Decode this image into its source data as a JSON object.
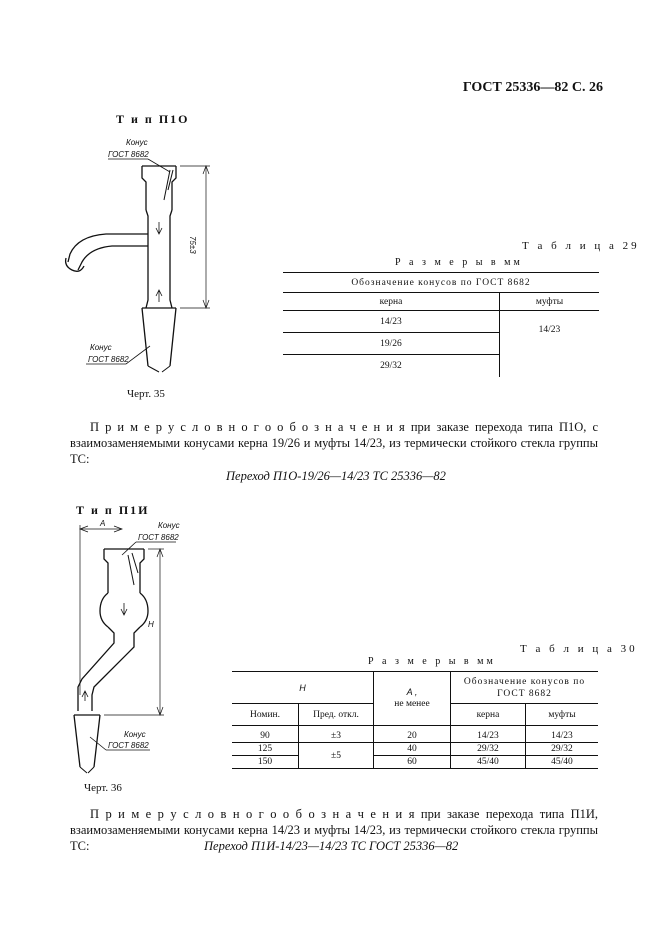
{
  "header": "ГОСТ 25336—82 С. 26",
  "section1": {
    "type_title": "Т и п П1О",
    "drawing": {
      "label_top_1": "Конус",
      "label_top_2": "ГОСТ 8682",
      "label_bottom_1": "Конус",
      "label_bottom_2": "ГОСТ 8682",
      "dimension": "75±3"
    },
    "figure_caption": "Черт. 35",
    "table": {
      "caption": "Т а б л и ц а 29",
      "subcaption": "Р а з м е р ы в мм",
      "group_header": "Обозначение конусов по ГОСТ 8682",
      "col_kerna": "керна",
      "col_mufty": "муфты",
      "rows": [
        "14/23",
        "19/26",
        "29/32"
      ],
      "mufty_value": "14/23"
    },
    "example_lead": "П р и м е р   у с л о в н о г о   о б о з н а ч е н и я",
    "example_text": " при заказе перехода типа П1О, с взаимозаменяемыми конусами керна 19/26 и муфты 14/23, из термически стойкого стекла группы ТС:",
    "formula": "Переход П1О-19/26—14/23 ТС 25336—82"
  },
  "section2": {
    "type_title": "Т и п П1И",
    "drawing": {
      "label_a": "A",
      "label_top_1": "Конус",
      "label_top_2": "ГОСТ 8682",
      "label_h": "H",
      "label_bottom_1": "Конус",
      "label_bottom_2": "ГОСТ 8682"
    },
    "figure_caption": "Черт. 36",
    "table": {
      "caption": "Т а б л и ц а  30",
      "subcaption": "Р а з м е р ы  в  мм",
      "h_header": "H",
      "a_header": "A ,",
      "a_sub": "не менее",
      "cones_header_1": "Обозначение конусов по",
      "cones_header_2": "ГОСТ 8682",
      "col_nomin": "Номин.",
      "col_pred": "Пред. откл.",
      "col_kerna": "керна",
      "col_mufty": "муфты",
      "rows": [
        {
          "nomin": "90",
          "pred": "±3",
          "a": "20",
          "kerna": "14/23",
          "mufty": "14/23"
        },
        {
          "nomin": "125",
          "pred": "±5",
          "a": "40",
          "kerna": "29/32",
          "mufty": "29/32"
        },
        {
          "nomin": "150",
          "pred": "",
          "a": "60",
          "kerna": "45/40",
          "mufty": "45/40"
        }
      ]
    },
    "example_lead": "П р и м е р   у с л о в н о г о   о б о з н а ч е н и я",
    "example_text": "  при заказе перехода типа П1И, взаимозаменяемыми конусами керна 14/23 и муфты 14/23, из термически стойкого стекла группы ТС:",
    "formula": "Переход П1И-14/23—14/23 ТС ГОСТ 25336—82"
  }
}
